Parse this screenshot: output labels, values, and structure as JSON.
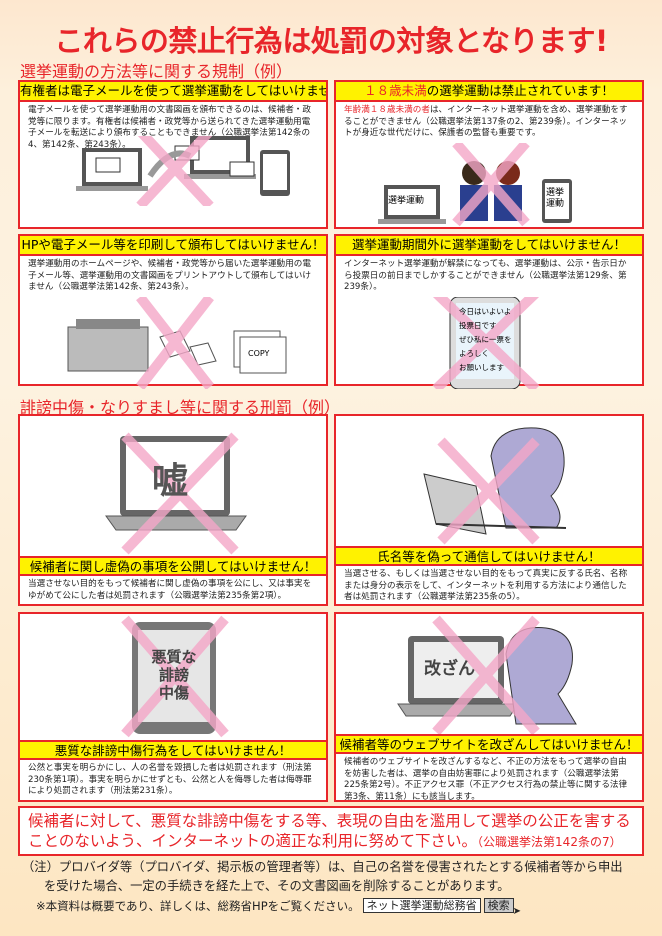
{
  "title": "これらの禁止行為は処罰の対象となります!",
  "section1": "選挙運動の方法等に関する規制（例）",
  "section2": "誹謗中傷・なりすまし等に関する刑罰（例）",
  "panels": [
    {
      "heading": "有権者は電子メールを使って選挙運動をしてはいけません！",
      "text": "電子メールを使って選挙運動用の文書図画を頒布できるのは、候補者・政党等に限ります。有権者は候補者・政党等から送られてきた選挙運動用電子メールを転送により頒布することもできません（公職選挙法第142条の4、第142条、第243条）。"
    },
    {
      "heading_red": "１８歳未満",
      "heading": "の選挙運動は禁止されています！",
      "text_red": "年齢満１８歳未満の者",
      "text": "は、インターネット選挙運動を含め、選挙運動をすることができません（公職選挙法第137条の2、第239条）。インターネットが身近な世代だけに、保護者の監督も重要です。",
      "labels": [
        "選挙運動",
        "選挙運動"
      ]
    },
    {
      "heading": "HPや電子メール等を印刷して頒布してはいけません！",
      "text": "選挙運動用のホームページや、候補者・政党等から届いた選挙運動用の電子メール等、選挙運動用の文書図画をプリントアウトして頒布してはいけません（公職選挙法第142条、第243条）。",
      "label": "COPY"
    },
    {
      "heading": "選挙運動期間外に選挙運動をしてはいけません！",
      "text": "インターネット選挙運動が解禁になっても、選挙運動は、公示・告示日から投票日の前日までしかすることができません（公職選挙法第129条、第239条）。",
      "phone_text": [
        "今日はいよいよ",
        "投票日です",
        "ぜひ私に一票を",
        "よろしく",
        "お願いします"
      ]
    },
    {
      "heading": "候補者に関し虚偽の事項を公開してはいけません！",
      "text": "当選させない目的をもって候補者に関し虚偽の事項を公にし、又は事実をゆがめて公にした者は処罰されます（公職選挙法第235条第2項）。",
      "label": "嘘"
    },
    {
      "heading": "氏名等を偽って通信してはいけません！",
      "text": "当選させる、もしくは当選させない目的をもって真実に反する氏名、名称または身分の表示をして、インターネットを利用する方法により通信した者は処罰されます（公職選挙法第235条の5）。"
    },
    {
      "heading": "悪質な誹謗中傷行為をしてはいけません！",
      "text": "公然と事実を明らかにし、人の名誉を毀損した者は処罰されます（刑法第230条第1項）。事実を明らかにせずとも、公然と人を侮辱した者は侮辱罪により処罰されます（刑法第231条）。",
      "label": [
        "悪質な",
        "誹謗",
        "中傷"
      ]
    },
    {
      "heading": "候補者等のウェブサイトを改ざんしてはいけません！",
      "text": "候補者のウェブサイトを改ざんするなど、不正の方法をもって選挙の自由を妨害した者は、選挙の自由妨害罪により処罰されます（公職選挙法第225条第2号）。不正アクセス罪（不正アクセス行為の禁止等に関する法律第3条、第11条）にも該当します。",
      "label": "改ざん"
    }
  ],
  "appeal": {
    "text": "候補者に対して、悪質な誹謗中傷をする等、表現の自由を濫用して選挙の公正を害することのないよう、インターネットの適正な利用に努めて下さい。",
    "ref": "（公職選挙法第142条の7）"
  },
  "note": {
    "line1": "（注）プロバイダ等（プロバイダ、掲示板の管理者等）は、自己の名誉を侵害されたとする候補者等から申出",
    "line2": "を受けた場合、一定の手続きを経た上で、その文書図画を削除することがあります。"
  },
  "reference": {
    "text": "※本資料は概要であり、詳しくは、総務省HPをご覧ください。",
    "search_value": "ネット選挙運動総務省",
    "search_button": "検索"
  },
  "colors": {
    "red": "#e8252a",
    "yellow": "#fff200",
    "x_mark": "#f4a7c8"
  }
}
